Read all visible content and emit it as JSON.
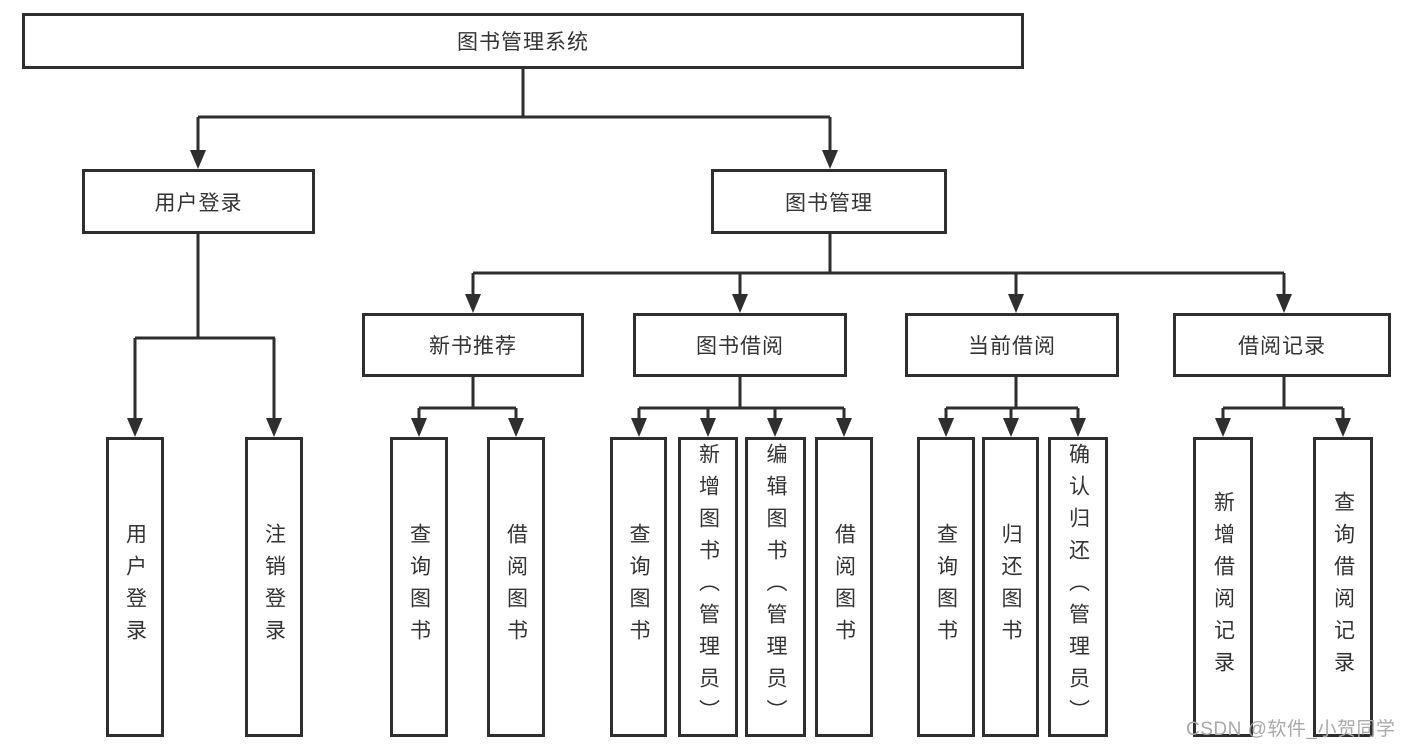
{
  "diagram": {
    "type": "tree",
    "root": {
      "label": "图书管理系统"
    },
    "branches": [
      {
        "label": "用户登录",
        "children": [
          {
            "label": "用户登录"
          },
          {
            "label": "注销登录"
          }
        ]
      },
      {
        "label": "图书管理",
        "children": [
          {
            "label": "新书推荐",
            "children": [
              {
                "label": "查询图书"
              },
              {
                "label": "借阅图书"
              }
            ]
          },
          {
            "label": "图书借阅",
            "children": [
              {
                "label": "查询图书"
              },
              {
                "label": "新增图书（管理员）"
              },
              {
                "label": "编辑图书（管理员）"
              },
              {
                "label": "借阅图书"
              }
            ]
          },
          {
            "label": "当前借阅",
            "children": [
              {
                "label": "查询图书"
              },
              {
                "label": "归还图书"
              },
              {
                "label": "确认归还（管理员）"
              }
            ]
          },
          {
            "label": "借阅记录",
            "children": [
              {
                "label": "新增借阅记录"
              },
              {
                "label": "查询借阅记录"
              }
            ]
          }
        ]
      }
    ]
  },
  "watermark": {
    "text": "CSDN @软件_小贺同学"
  },
  "colors": {
    "line": "#2e2e2e",
    "text": "#333333",
    "watermark": "#a9a9a9",
    "background": "#ffffff"
  }
}
